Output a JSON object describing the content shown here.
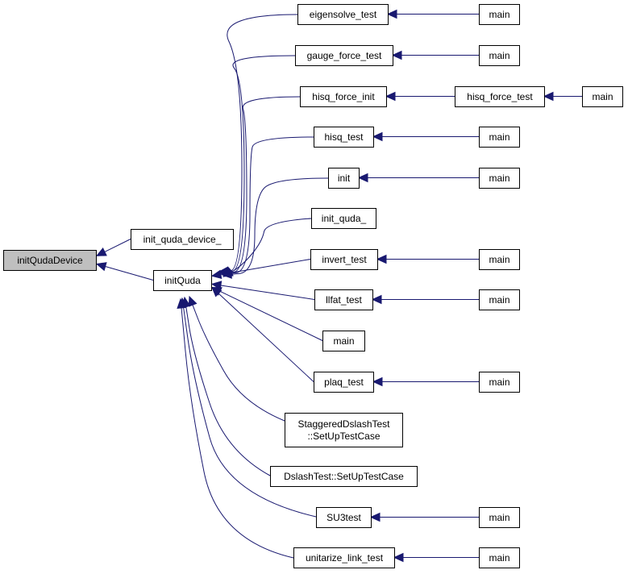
{
  "colors": {
    "edge": "#191970",
    "highlight_fill": "#bfbfbf",
    "node_fill": "#ffffff",
    "node_border": "#000000"
  },
  "nodes": [
    {
      "id": "initQudaDevice",
      "lines": [
        "initQudaDevice"
      ],
      "highlight": true
    },
    {
      "id": "init_quda_device_",
      "lines": [
        "init_quda_device_"
      ]
    },
    {
      "id": "initQuda",
      "lines": [
        "initQuda"
      ]
    },
    {
      "id": "eigensolve_test",
      "lines": [
        "eigensolve_test"
      ]
    },
    {
      "id": "gauge_force_test",
      "lines": [
        "gauge_force_test"
      ]
    },
    {
      "id": "hisq_force_init",
      "lines": [
        "hisq_force_init"
      ]
    },
    {
      "id": "hisq_test",
      "lines": [
        "hisq_test"
      ]
    },
    {
      "id": "init",
      "lines": [
        "init"
      ]
    },
    {
      "id": "init_quda_",
      "lines": [
        "init_quda_"
      ]
    },
    {
      "id": "invert_test",
      "lines": [
        "invert_test"
      ]
    },
    {
      "id": "llfat_test",
      "lines": [
        "llfat_test"
      ]
    },
    {
      "id": "main_mid",
      "lines": [
        "main"
      ]
    },
    {
      "id": "plaq_test",
      "lines": [
        "plaq_test"
      ]
    },
    {
      "id": "StaggeredDslashTest_SetUpTestCase",
      "lines": [
        "StaggeredDslashTest",
        "::SetUpTestCase"
      ]
    },
    {
      "id": "DslashTest_SetUpTestCase",
      "lines": [
        "DslashTest::SetUpTestCase"
      ]
    },
    {
      "id": "SU3test",
      "lines": [
        "SU3test"
      ]
    },
    {
      "id": "unitarize_link_test",
      "lines": [
        "unitarize_link_test"
      ]
    },
    {
      "id": "hisq_force_test",
      "lines": [
        "hisq_force_test"
      ]
    },
    {
      "id": "main_eigensolve",
      "lines": [
        "main"
      ]
    },
    {
      "id": "main_gauge",
      "lines": [
        "main"
      ]
    },
    {
      "id": "main_hisq_force",
      "lines": [
        "main"
      ]
    },
    {
      "id": "main_hisq",
      "lines": [
        "main"
      ]
    },
    {
      "id": "main_init",
      "lines": [
        "main"
      ]
    },
    {
      "id": "main_invert",
      "lines": [
        "main"
      ]
    },
    {
      "id": "main_llfat",
      "lines": [
        "main"
      ]
    },
    {
      "id": "main_plaq",
      "lines": [
        "main"
      ]
    },
    {
      "id": "main_su3",
      "lines": [
        "main"
      ]
    },
    {
      "id": "main_unitarize",
      "lines": [
        "main"
      ]
    }
  ],
  "edges": [
    {
      "from": "init_quda_device_",
      "to": "initQudaDevice"
    },
    {
      "from": "initQuda",
      "to": "initQudaDevice"
    },
    {
      "from": "eigensolve_test",
      "to": "initQuda"
    },
    {
      "from": "gauge_force_test",
      "to": "initQuda"
    },
    {
      "from": "hisq_force_init",
      "to": "initQuda"
    },
    {
      "from": "hisq_test",
      "to": "initQuda"
    },
    {
      "from": "init",
      "to": "initQuda"
    },
    {
      "from": "init_quda_",
      "to": "initQuda"
    },
    {
      "from": "invert_test",
      "to": "initQuda"
    },
    {
      "from": "llfat_test",
      "to": "initQuda"
    },
    {
      "from": "main_mid",
      "to": "initQuda"
    },
    {
      "from": "plaq_test",
      "to": "initQuda"
    },
    {
      "from": "StaggeredDslashTest_SetUpTestCase",
      "to": "initQuda"
    },
    {
      "from": "DslashTest_SetUpTestCase",
      "to": "initQuda"
    },
    {
      "from": "SU3test",
      "to": "initQuda"
    },
    {
      "from": "unitarize_link_test",
      "to": "initQuda"
    },
    {
      "from": "main_eigensolve",
      "to": "eigensolve_test"
    },
    {
      "from": "main_gauge",
      "to": "gauge_force_test"
    },
    {
      "from": "hisq_force_test",
      "to": "hisq_force_init"
    },
    {
      "from": "main_hisq_force",
      "to": "hisq_force_test"
    },
    {
      "from": "main_hisq",
      "to": "hisq_test"
    },
    {
      "from": "main_init",
      "to": "init"
    },
    {
      "from": "main_invert",
      "to": "invert_test"
    },
    {
      "from": "main_llfat",
      "to": "llfat_test"
    },
    {
      "from": "main_plaq",
      "to": "plaq_test"
    },
    {
      "from": "main_su3",
      "to": "SU3test"
    },
    {
      "from": "main_unitarize",
      "to": "unitarize_link_test"
    }
  ]
}
